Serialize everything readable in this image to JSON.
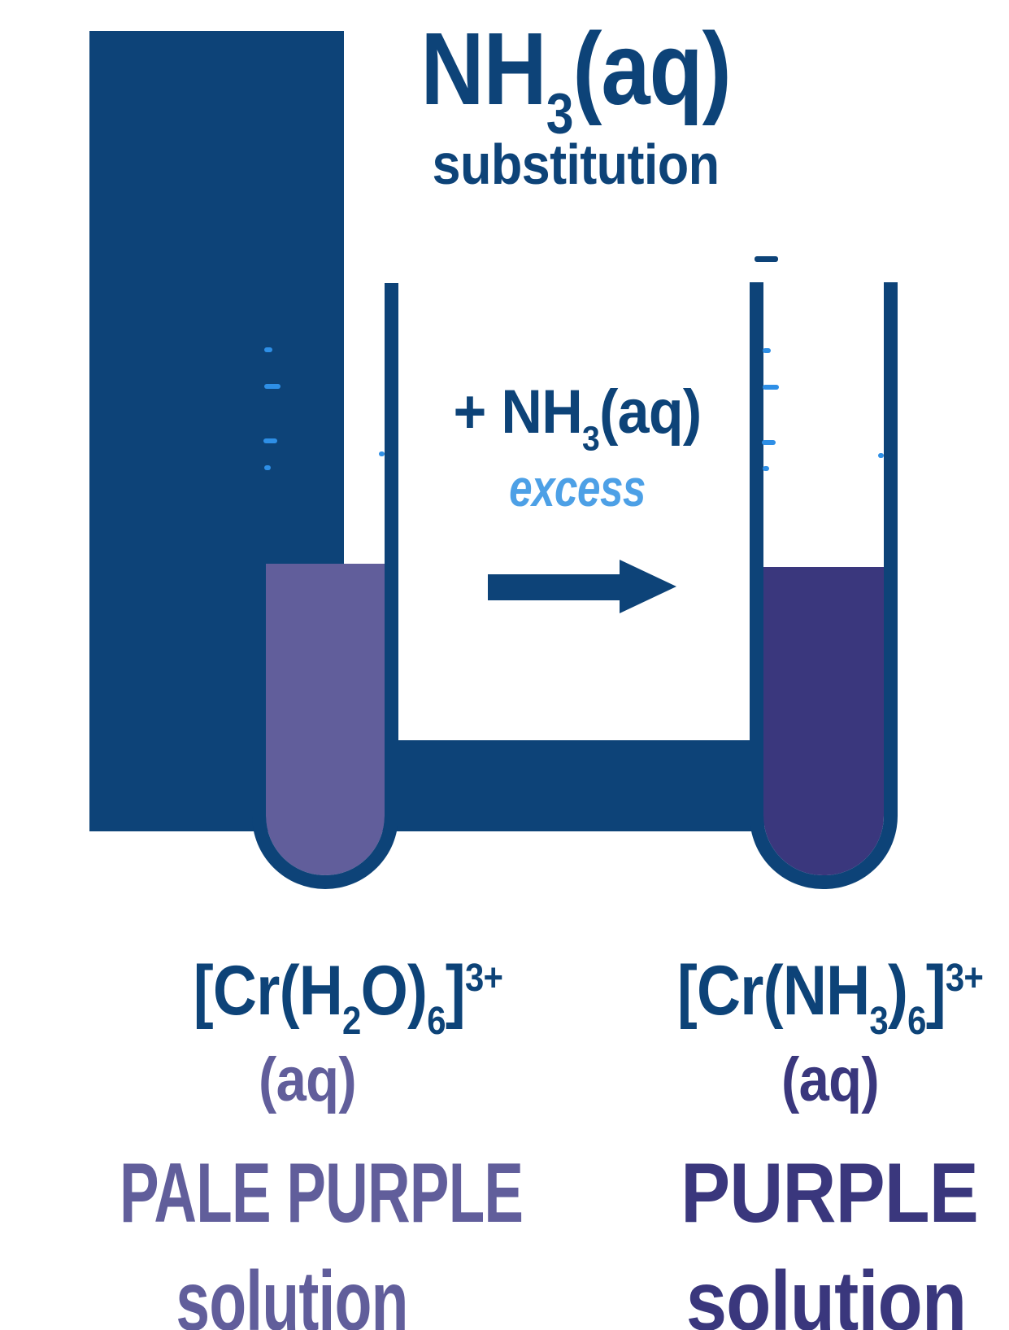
{
  "colors": {
    "navy": "#0d4378",
    "pale_purple": "#615e9b",
    "dark_purple": "#3a377d",
    "light_blue": "#4da0e6",
    "tick_blue": "#2e8fe6",
    "background": "#ffffff"
  },
  "header": {
    "title_segments": [
      {
        "t": "NH"
      },
      {
        "t": "3",
        "s": "sub"
      },
      {
        "t": "(aq)"
      }
    ],
    "subtitle": "substitution"
  },
  "reaction": {
    "reagent_segments": [
      {
        "t": "+ NH"
      },
      {
        "t": "3",
        "s": "sub"
      },
      {
        "t": "(aq)"
      }
    ],
    "condition": "excess"
  },
  "left_tube": {
    "formula_segments": [
      {
        "t": "[Cr(H"
      },
      {
        "t": "2",
        "s": "sub"
      },
      {
        "t": "O)"
      },
      {
        "t": "6",
        "s": "sub"
      },
      {
        "t": "]"
      },
      {
        "t": "3+",
        "s": "sup"
      }
    ],
    "state": "(aq)",
    "appearance_line1": "PALE PURPLE",
    "appearance_line2": "solution"
  },
  "right_tube": {
    "formula_segments": [
      {
        "t": "[Cr(NH"
      },
      {
        "t": "3",
        "s": "sub"
      },
      {
        "t": ")"
      },
      {
        "t": "6",
        "s": "sub"
      },
      {
        "t": "]"
      },
      {
        "t": "3+",
        "s": "sup"
      }
    ],
    "state": "(aq)",
    "appearance_line1": "PURPLE",
    "appearance_line2": "solution"
  }
}
